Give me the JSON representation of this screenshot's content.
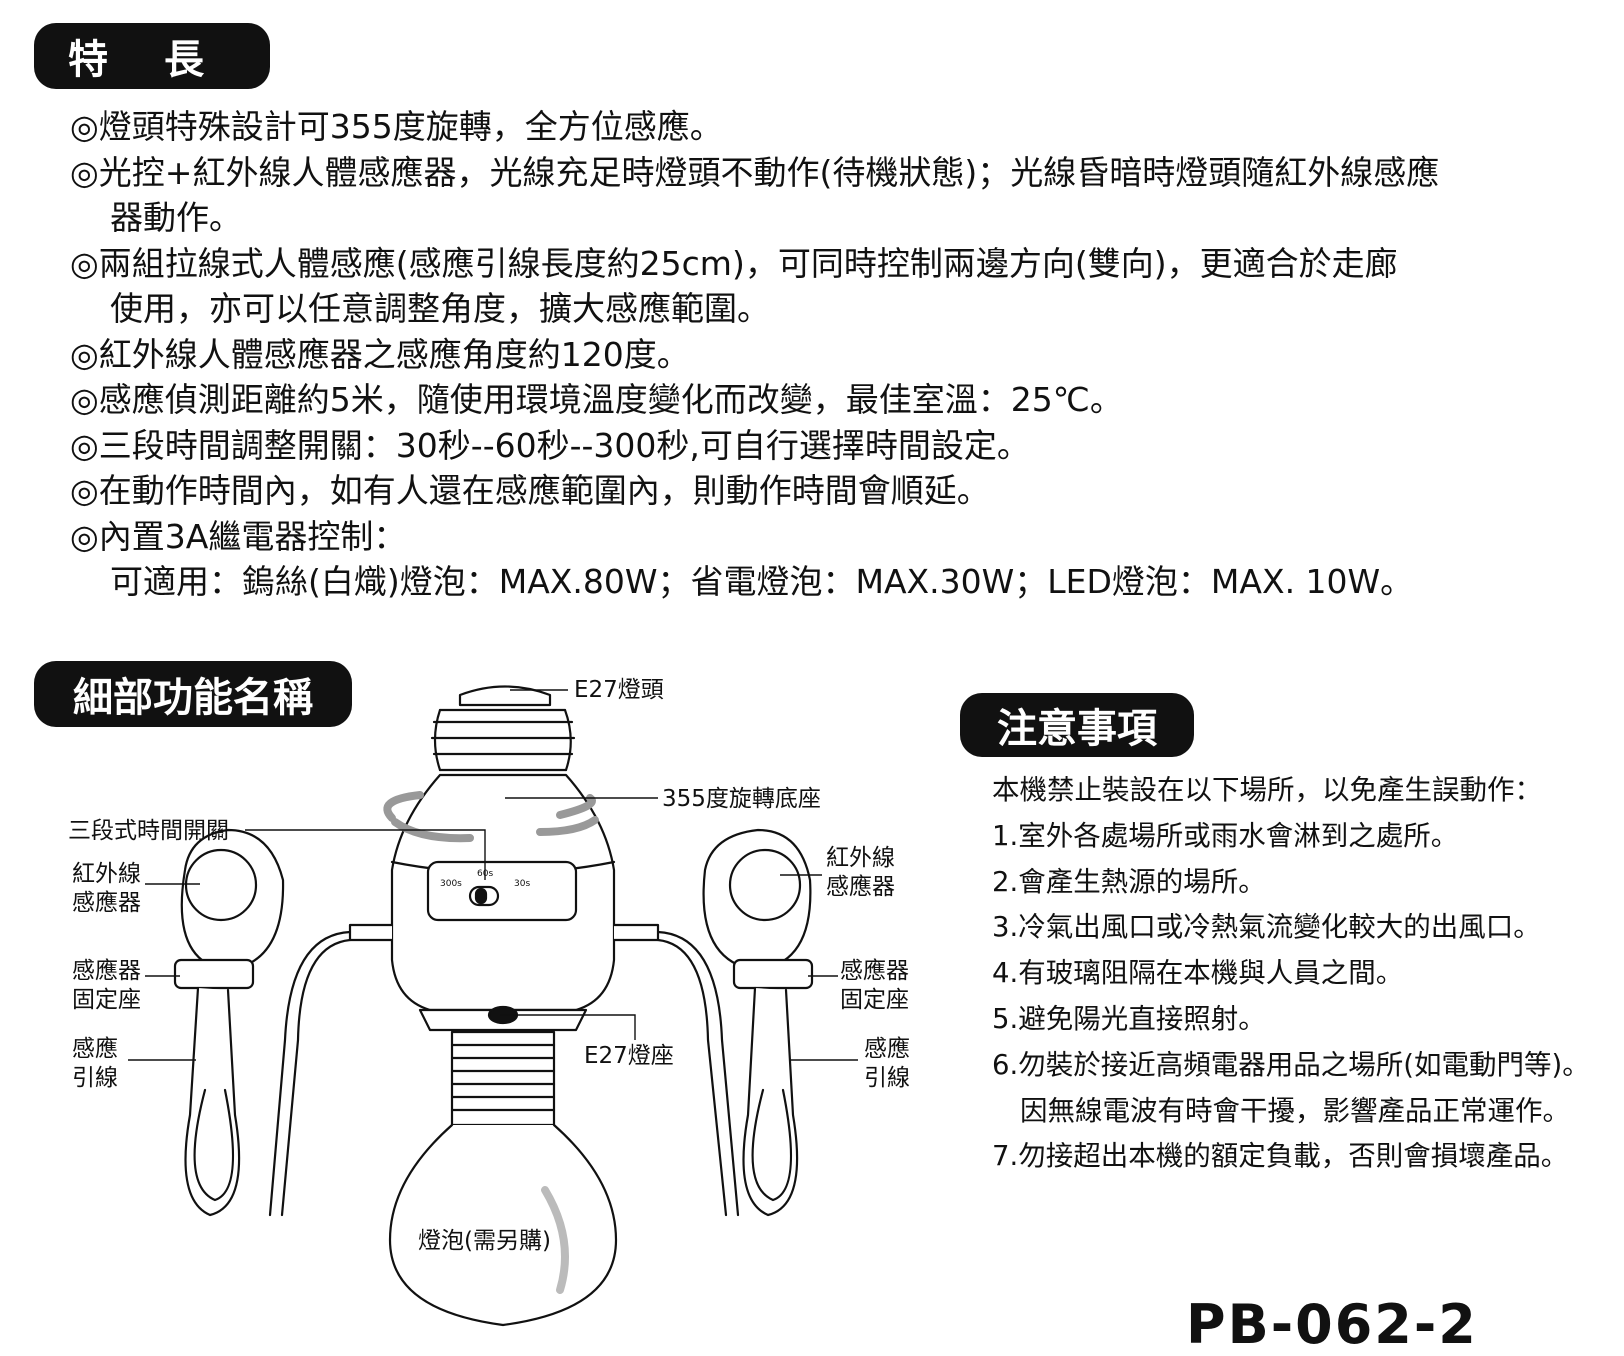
{
  "sections": {
    "features_title": "特長",
    "parts_title": "細部功能名稱",
    "notes_title": "注意事項"
  },
  "features": [
    {
      "line": "◎燈頭特殊設計可355度旋轉，全方位感應。",
      "cont": ""
    },
    {
      "line": "◎光控+紅外線人體感應器，光線充足時燈頭不動作(待機狀態)；光線昏暗時燈頭隨紅外線感應",
      "cont": "器動作。"
    },
    {
      "line": "◎兩組拉線式人體感應(感應引線長度約25cm)，可同時控制兩邊方向(雙向)，更適合於走廊",
      "cont": "使用，亦可以任意調整角度，擴大感應範圍。"
    },
    {
      "line": "◎紅外線人體感應器之感應角度約120度。",
      "cont": ""
    },
    {
      "line": "◎感應偵測距離約5米，隨使用環境溫度變化而改變，最佳室溫：25℃。",
      "cont": ""
    },
    {
      "line": "◎三段時間調整開關：30秒--60秒--300秒,可自行選擇時間設定。",
      "cont": ""
    },
    {
      "line": "◎在動作時間內，如有人還在感應範圍內，則動作時間會順延。",
      "cont": ""
    },
    {
      "line": "◎內置3A繼電器控制：",
      "cont": "可適用：鎢絲(白熾)燈泡：MAX.80W；省電燈泡：MAX.30W；LED燈泡：MAX. 10W。"
    }
  ],
  "diagram_labels": {
    "e27_head": "E27燈頭",
    "base_355": "355度旋轉底座",
    "timer_switch": "三段式時間開關",
    "ir_sensor_left_1": "紅外線",
    "ir_sensor_left_2": "感應器",
    "holder_left_1": "感應器",
    "holder_left_2": "固定座",
    "lead_left_1": "感應",
    "lead_left_2": "引線",
    "ir_sensor_right_1": "紅外線",
    "ir_sensor_right_2": "感應器",
    "holder_right_1": "感應器",
    "holder_right_2": "固定座",
    "lead_right_1": "感應",
    "lead_right_2": "引線",
    "e27_socket": "E27燈座",
    "bulb": "燈泡(需另購)",
    "switch_300": "300s",
    "switch_60": "60s",
    "switch_30": "30s"
  },
  "notes": [
    "本機禁止裝設在以下場所，以免產生誤動作：",
    "1.室外各處場所或雨水會淋到之處所。",
    "2.會產生熱源的場所。",
    "3.冷氣出風口或冷熱氣流變化較大的出風口。",
    "4.有玻璃阻隔在本機與人員之間。",
    "5.避免陽光直接照射。",
    "6.勿裝於接近高頻電器用品之場所(如電動門等)。",
    "因無線電波有時會干擾，影響產品正常運作。",
    "7.勿接超出本機的額定負載，否則會損壞產品。"
  ],
  "model": "PB-062-2"
}
